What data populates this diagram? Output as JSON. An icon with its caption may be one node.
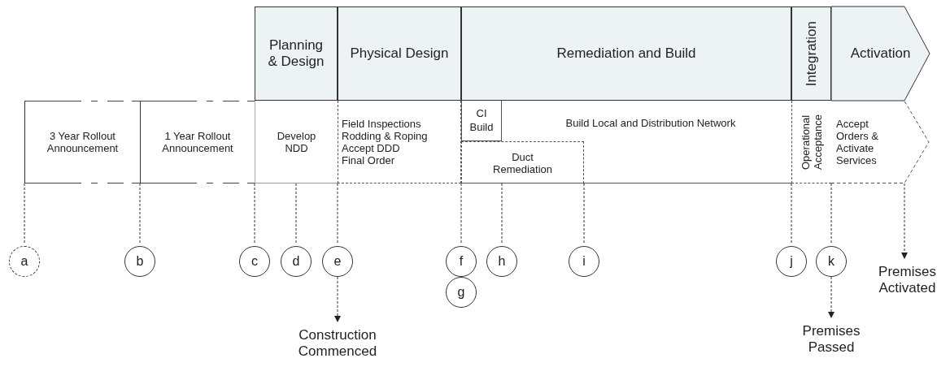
{
  "diagram": {
    "nodes": [
      {
        "text": [
          "Planning & Design"
        ]
      },
      {
        "text": [
          "Physical Design"
        ]
      },
      {
        "text": [
          "Remediation and Build"
        ]
      },
      {
        "text": [
          "Integration"
        ]
      },
      {
        "text": [
          "Activation"
        ]
      },
      {
        "text": [
          "3 Year Rollout Announcement"
        ]
      },
      {
        "text": [
          "1 Year Rollout Announcement"
        ]
      },
      {
        "text": [
          "Develop NDD"
        ]
      },
      {
        "text": [
          "Field Inspections",
          "Rodding & Roping",
          "Accept DDD",
          "Final Order"
        ]
      },
      {
        "text": [
          "Build Local and Distribution Network"
        ]
      },
      {
        "text": [
          "CI Build"
        ],
        "in": 9
      },
      {
        "text": [
          "Duct Remediation"
        ],
        "in": 9
      },
      {
        "text": [
          "Operational Acceptance"
        ]
      },
      {
        "text": [
          "Accept Orders & Activate Services"
        ]
      },
      {
        "text": [
          "a"
        ]
      },
      {
        "text": [
          "b"
        ]
      },
      {
        "text": [
          "c"
        ]
      },
      {
        "text": [
          "d"
        ]
      },
      {
        "text": [
          "e"
        ]
      },
      {
        "text": [
          "f"
        ]
      },
      {
        "text": [
          "g"
        ]
      },
      {
        "text": [
          "h"
        ]
      },
      {
        "text": [
          "i"
        ]
      },
      {
        "text": [
          "j"
        ]
      },
      {
        "text": [
          "k"
        ]
      },
      {
        "text": [
          "Construction Commenced"
        ]
      },
      {
        "text": [
          "Premises Passed"
        ]
      },
      {
        "text": [
          "Premises Activated"
        ]
      }
    ],
    "edges": [
      {
        "from": 5,
        "to": 14,
        "arrow": "none",
        "style": "dashed"
      },
      {
        "from": 6,
        "to": 15,
        "arrow": "none",
        "style": "dashed"
      },
      {
        "from": 7,
        "to": 16,
        "arrow": "none",
        "style": "dashed"
      },
      {
        "from": 7,
        "to": 17,
        "arrow": "none",
        "style": "dashed"
      },
      {
        "from": 8,
        "to": 18,
        "arrow": "none",
        "style": "dashed"
      },
      {
        "from": 11,
        "to": 19,
        "arrow": "none",
        "style": "dashed"
      },
      {
        "from": 11,
        "to": 21,
        "arrow": "none",
        "style": "dashed"
      },
      {
        "from": 11,
        "to": 22,
        "arrow": "none",
        "style": "dashed"
      },
      {
        "from": 12,
        "to": 23,
        "arrow": "none",
        "style": "dashed"
      },
      {
        "from": 13,
        "to": 24,
        "arrow": "none",
        "style": "dashed"
      },
      {
        "from": 18,
        "to": 25,
        "arrow": "to",
        "style": "dashed"
      },
      {
        "from": 24,
        "to": 26,
        "arrow": "to",
        "style": "dashed"
      },
      {
        "from": 13,
        "to": 27,
        "arrow": "to",
        "style": "dashed"
      }
    ]
  }
}
